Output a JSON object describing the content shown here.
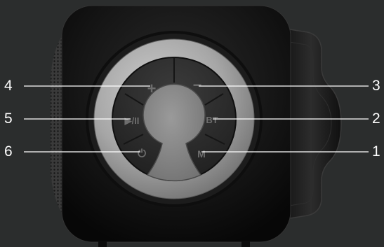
{
  "buttons": {
    "volume_up": {
      "label": "+"
    },
    "volume_down": {
      "label": "−"
    },
    "play_pause": {
      "label": "▶/II"
    },
    "bluetooth": {
      "label": "BT"
    },
    "power": {
      "label": "⏻"
    },
    "mode": {
      "label": "M"
    }
  },
  "callouts": {
    "left": [
      "4",
      "5",
      "6"
    ],
    "right": [
      "3",
      "2",
      "1"
    ]
  },
  "colors": {
    "background": "#2b2d2d",
    "body": "#161616",
    "ring": "#a3a3a3",
    "button": "#2f2f2f",
    "callout": "#ffffff"
  },
  "icons": {
    "power": "power-icon",
    "play_pause": "play-pause-icon"
  }
}
